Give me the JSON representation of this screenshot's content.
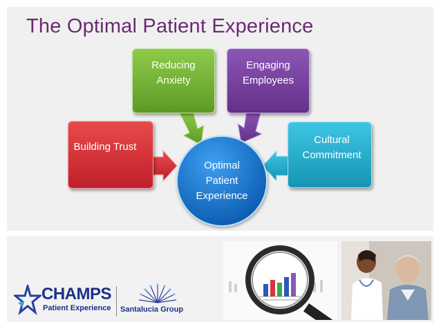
{
  "title": "The Optimal Patient Experience",
  "diagram": {
    "center": "Optimal\nPatient\nExperience",
    "boxes": {
      "building_trust": "Building Trust",
      "reducing_anxiety": "Reducing Anxiety",
      "engaging_employees": "Engaging Employees",
      "cultural_commitment": "Cultural Commitment"
    }
  },
  "footer": {
    "champs_logo_main": "CHAMPS",
    "champs_logo_sub": "Patient Experience",
    "partner_logo": "Santalucia Group"
  },
  "colors": {
    "title": "#6b2a73",
    "red": "#d9363e",
    "green": "#7ab83c",
    "purple": "#7a43a0",
    "teal": "#29b1d2",
    "blue": "#1a73d0"
  }
}
